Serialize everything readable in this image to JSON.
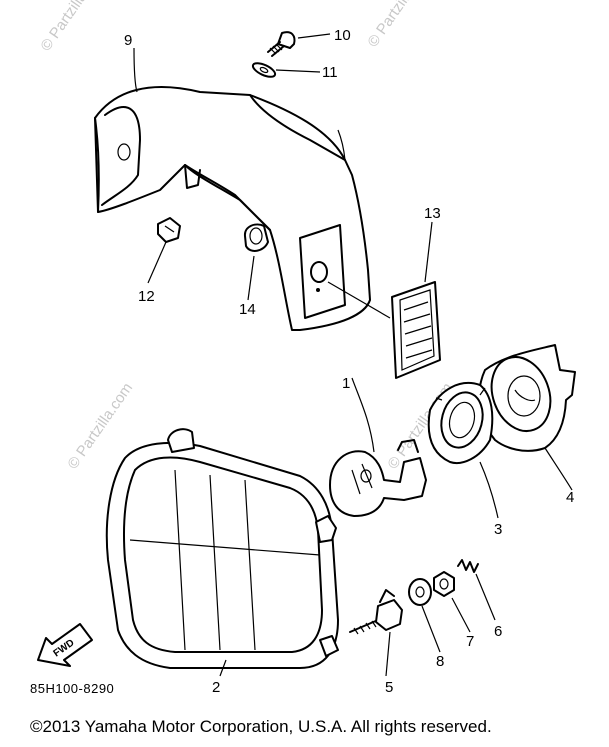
{
  "watermark": "© Partzilla.com",
  "callouts": {
    "p1": "1",
    "p2": "2",
    "p3": "3",
    "p4": "4",
    "p5": "5",
    "p6": "6",
    "p7": "7",
    "p8": "8",
    "p9": "9",
    "p10": "10",
    "p11": "11",
    "p12": "12",
    "p13": "13",
    "p14": "14"
  },
  "front_arrow_label": "FWD",
  "diagram_code": "85H100-8290",
  "copyright": "©2013  Yamaha Motor Corporation, U.S.A. All rights reserved."
}
